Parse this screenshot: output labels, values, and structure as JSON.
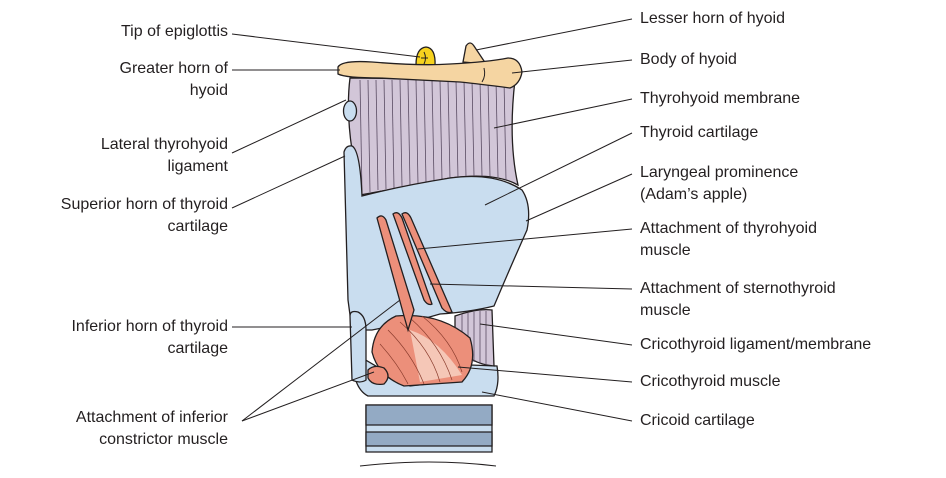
{
  "labels": {
    "tip_epiglottis": "Tip of epiglottis",
    "greater_horn": "Greater horn of\nhyoid",
    "lateral_thyrohyoid": "Lateral thyrohyoid\nligament",
    "superior_horn": "Superior horn of thyroid\ncartilage",
    "inferior_horn": "Inferior horn of thyroid\ncartilage",
    "inferior_constrictor": "Attachment of inferior\nconstrictor muscle",
    "lesser_horn": "Lesser horn of hyoid",
    "body_hyoid": "Body of hyoid",
    "thyrohyoid_membrane": "Thyrohyoid membrane",
    "thyroid_cartilage": "Thyroid cartilage",
    "laryngeal_prominence": "Laryngeal prominence\n(Adam’s apple)",
    "thyrohyoid_attach": "Attachment of thyrohyoid\nmuscle",
    "sternothyroid_attach": "Attachment of sternothyroid\nmuscle",
    "cricothyroid_ligament": "Cricothyroid ligament/membrane",
    "cricothyroid_muscle": "Cricothyroid muscle",
    "cricoid_cartilage": "Cricoid cartilage"
  },
  "colors": {
    "cartilage": "#c9ddef",
    "membrane": "#d2c6d8",
    "hyoid": "#f5d5a2",
    "epiglottis": "#f6d21e",
    "muscle": "#ec8f7a",
    "trachea_ring": "#93aac4",
    "outline": "#231f20"
  }
}
